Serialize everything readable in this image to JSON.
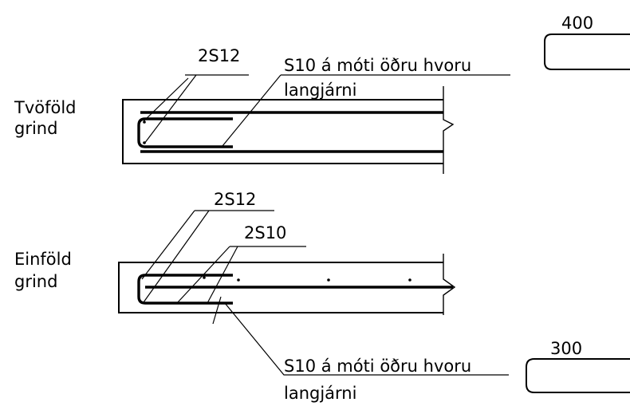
{
  "top_detail": {
    "label_line1": "Tvöföld",
    "label_line2": "grind",
    "callout_bars": "2S12",
    "callout_stirrup_line1": "S10 á móti öðru hvoru",
    "callout_stirrup_line2": "langjárni"
  },
  "bottom_detail": {
    "label_line1": "Einföld",
    "label_line2": "grind",
    "callout_bars": "2S12",
    "callout_stirrup": "2S10",
    "callout_link_line1": "S10 á móti öðru hvoru",
    "callout_link_line2": "langjárni"
  },
  "hook_shapes": {
    "upper_dimension": "400",
    "lower_dimension": "300"
  }
}
